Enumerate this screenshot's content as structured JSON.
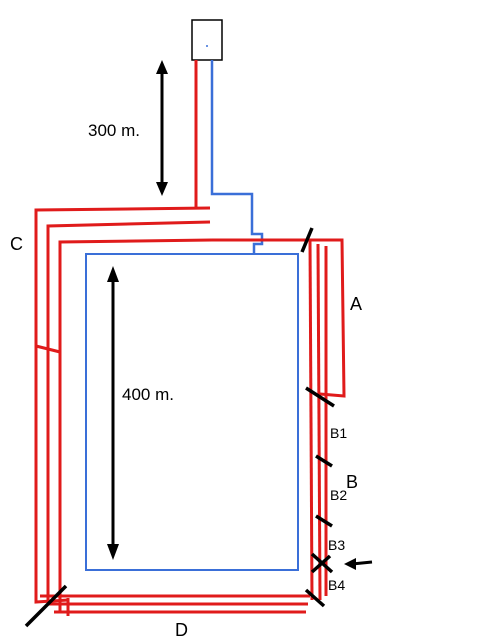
{
  "labels": {
    "distance_top": "300 m.",
    "distance_inner": "400 m.",
    "A": "A",
    "B": "B",
    "B1": "B1",
    "B2": "B2",
    "B3": "B3",
    "B4": "B4",
    "C": "C",
    "D": "D"
  },
  "colors": {
    "red_line": "#e01b1b",
    "blue_line": "#3a6fd8",
    "arrow": "#000000"
  }
}
